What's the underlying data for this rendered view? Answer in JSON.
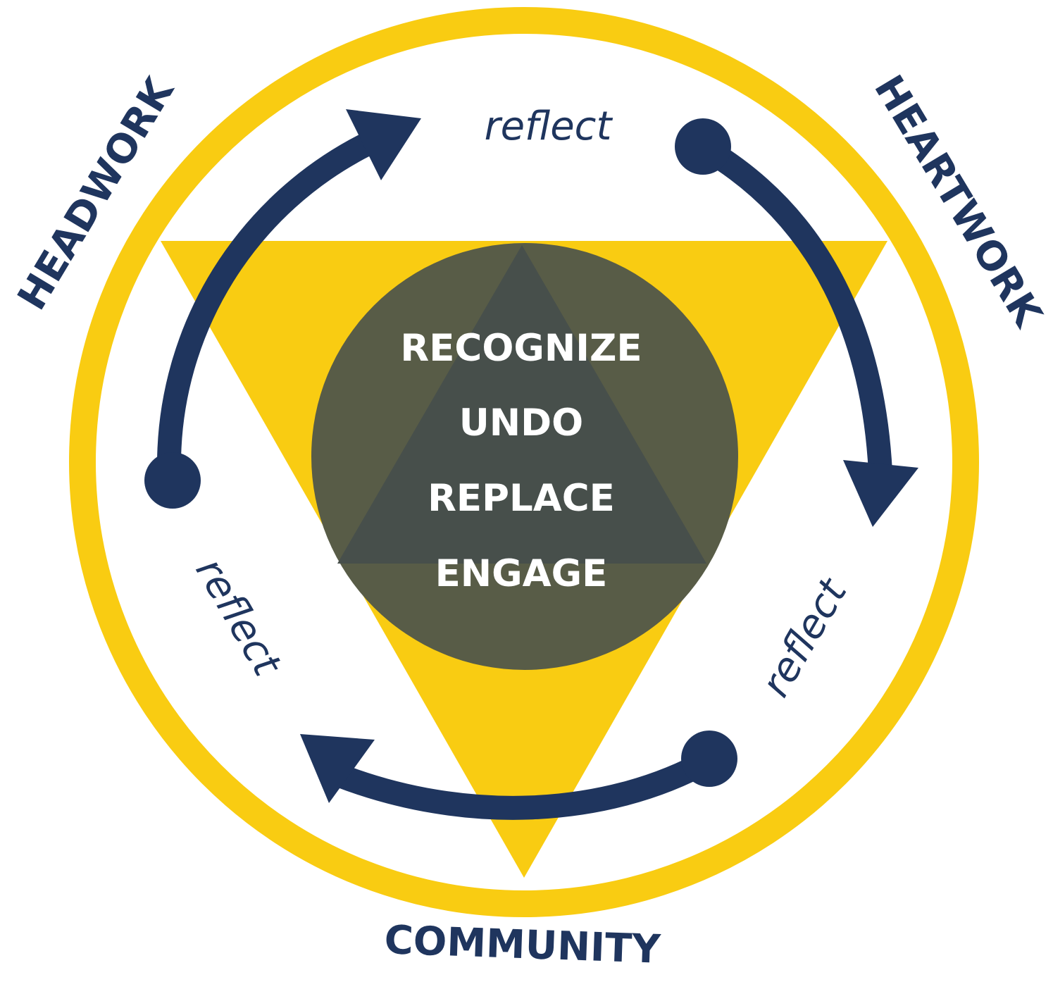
{
  "colors": {
    "gold": "#f9cc12",
    "navy": "#1f355e",
    "center_circle": "#585c47",
    "center_triangle": "#474f4b",
    "white": "#ffffff"
  },
  "center": {
    "steps": [
      "RECOGNIZE",
      "UNDO",
      "REPLACE",
      "ENGAGE"
    ]
  },
  "sides": {
    "headwork": "HEADWORK",
    "heartwork": "HEARTWORK",
    "community": "COMMUNITY"
  },
  "reflect": {
    "top": "reflect",
    "left": "reflect",
    "right": "reflect"
  }
}
